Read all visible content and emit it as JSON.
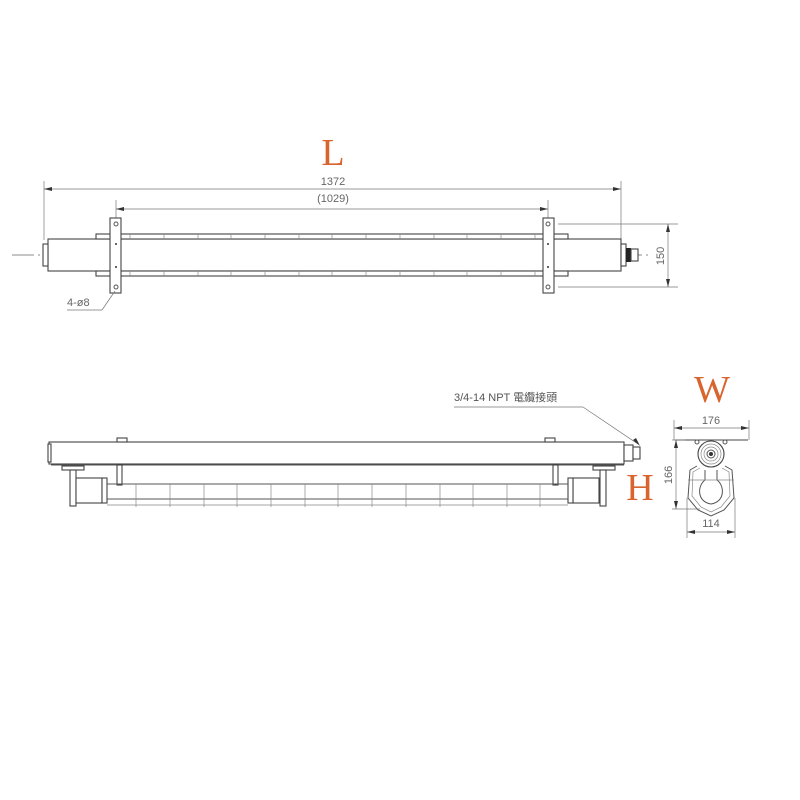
{
  "labels": {
    "length": "L",
    "width": "W",
    "height": "H"
  },
  "label_color": "#d9642e",
  "top_view": {
    "overall_length": "1372",
    "mount_spacing": "(1029)",
    "depth": "150",
    "hole_note": "4-ø8"
  },
  "side_view": {
    "conduit_note": "3/4-14 NPT 電纜接頭"
  },
  "end_view": {
    "width": "176",
    "height": "166",
    "base_width": "114"
  }
}
